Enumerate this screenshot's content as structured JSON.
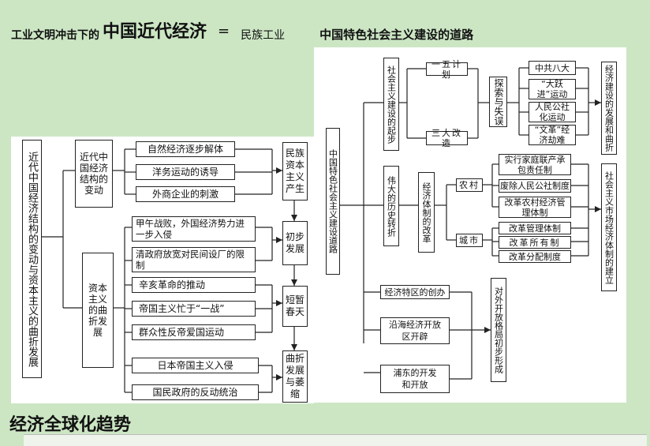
{
  "header": {
    "part1": "工业文明冲击下的",
    "part2": "中国近代经济",
    "equals": "=",
    "part3": "民族工业",
    "part4": "中国特色社会主义建设的道路"
  },
  "left": {
    "root": "近代中国经济结构的变动与资本主义的曲折发展",
    "branch1": "近代中国经济结构的变动",
    "b1_items": [
      "自然经济逐步解体",
      "洋务运动的诱导",
      "外商企业的刺激"
    ],
    "b1_result": "民族资本主义产生",
    "branch2": "资本主义的曲折发展",
    "b2_items": [
      "甲午战败，外国经济势力进一步入侵",
      "清政府放宽对民间设厂的限制",
      "辛亥革命的推动",
      "帝国主义忙于“一战”",
      "群众性反帝爱国运动",
      "日本帝国主义入侵",
      "国民政府的反动统治"
    ],
    "stages": [
      "初步发展",
      "短暂春天",
      "曲折发展与萎缩"
    ]
  },
  "right": {
    "root": "中国特色社会主义建设道路",
    "qi_bu": "社会主义建设的起步",
    "plans": [
      "一五计划",
      "三大改造"
    ],
    "explore": "探索与失误",
    "explore_items": [
      "中共八大",
      "“大跃进”运动",
      "人民公社化运动",
      "“文革”经济劫难"
    ],
    "explore_result": "经济建设的发展和曲折",
    "turn": "伟大的历史转折",
    "reform": "经济体制的改革",
    "rural": "农村",
    "rural_items": [
      "实行家庭联产承包责任制",
      "废除人民公社制度",
      "改革农村经济管理体制"
    ],
    "urban": "城市",
    "urban_items": [
      "改革管理体制",
      "改革所有制",
      "改革分配制度"
    ],
    "reform_result": "社会主义市场经济体制的建立",
    "open_items": [
      "经济特区的创办",
      "沿海经济开放区开辟",
      "浦东的开发和开放"
    ],
    "open_result": "对外开放格局初步形成"
  },
  "bottom": {
    "title": "经济全球化趋势"
  }
}
